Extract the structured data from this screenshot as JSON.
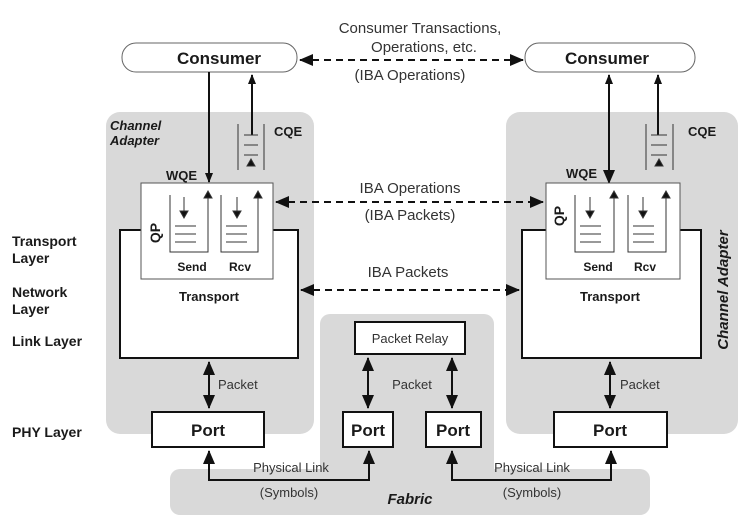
{
  "colors": {
    "panel": "#d9d9d9",
    "line": "#111111",
    "box_fill": "#ffffff"
  },
  "consumers": {
    "left": "Consumer",
    "right": "Consumer"
  },
  "top_annotation": {
    "line1": "Consumer Transactions,",
    "line2": "Operations, etc.",
    "line3": "(IBA Operations)"
  },
  "channel_adapter": {
    "left_label_line1": "Channel",
    "left_label_line2": "Adapter",
    "right_label": "Channel Adapter",
    "cqe": "CQE",
    "wqe": "WQE",
    "qp": "QP",
    "send": "Send",
    "rcv": "Rcv",
    "transport": "Transport",
    "packet": "Packet",
    "port": "Port"
  },
  "middle_annotation": {
    "ops_line1": "IBA Operations",
    "ops_line2": "(IBA Packets)",
    "packets": "IBA Packets"
  },
  "layers": [
    {
      "line1": "Transport",
      "line2": "Layer"
    },
    {
      "line1": "Network",
      "line2": "Layer"
    },
    {
      "line1": "Link Layer",
      "line2": ""
    },
    {
      "line1": "PHY Layer",
      "line2": ""
    }
  ],
  "switch": {
    "relay": "Packet Relay",
    "packet": "Packet",
    "port_left": "Port",
    "port_right": "Port"
  },
  "fabric": {
    "label": "Fabric",
    "link_left_line1": "Physical Link",
    "link_left_line2": "(Symbols)",
    "link_right_line1": "Physical Link",
    "link_right_line2": "(Symbols)"
  }
}
